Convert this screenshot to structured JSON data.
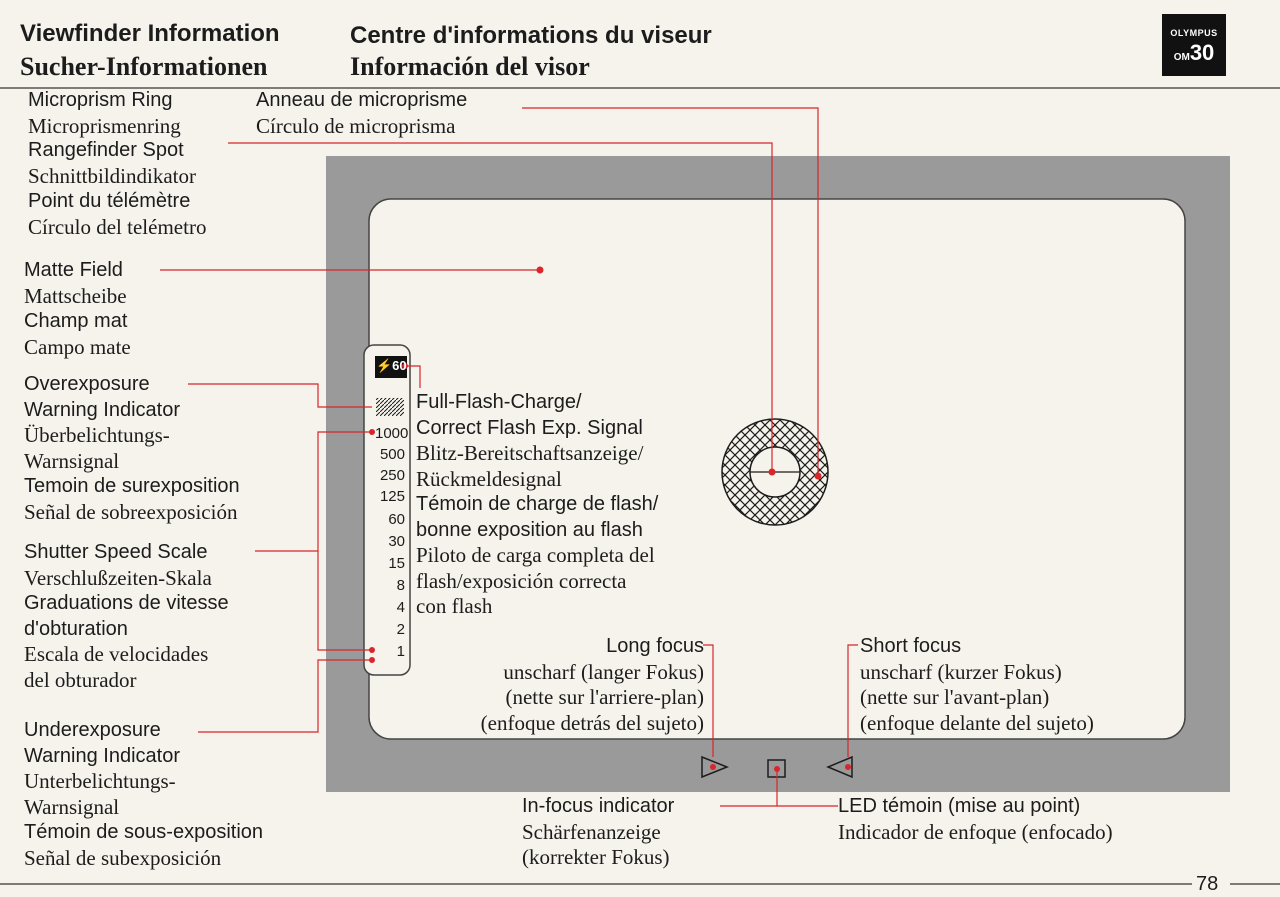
{
  "header": {
    "title_en": "Viewfinder Information",
    "title_de": "Sucher-Informationen",
    "title_fr": "Centre d'informations du viseur",
    "title_es": "Información del visor",
    "brand": "OLYMPUS",
    "model_prefix": "OM",
    "model_number": "30"
  },
  "labels": {
    "microprism": [
      "Microprism Ring",
      "Microprismenring"
    ],
    "microprism_fr_es": [
      "Anneau de microprisme",
      "Círculo de microprisma"
    ],
    "rangefinder": [
      "Rangefinder Spot",
      "Schnittbildindikator",
      "Point du télémètre",
      "Círculo del telémetro"
    ],
    "matte": [
      "Matte Field",
      "Mattscheibe",
      "Champ mat",
      "Campo mate"
    ],
    "overexposure": [
      "Overexposure",
      "Warning Indicator",
      "Überbelichtungs-",
      "Warnsignal",
      "Temoin de surexposition",
      "Señal de sobreexposición"
    ],
    "shutter": [
      "Shutter Speed Scale",
      "Verschlußzeiten-Skala",
      "Graduations de vitesse",
      "d'obturation",
      "Escala de velocidades",
      "del obturador"
    ],
    "underexposure": [
      "Underexposure",
      "Warning Indicator",
      "Unterbelichtungs-",
      "Warnsignal",
      "Témoin de sous-exposition",
      "Señal de subexposición"
    ],
    "flash": [
      "Full-Flash-Charge/",
      "Correct Flash Exp. Signal",
      "Blitz-Bereitschaftsanzeige/",
      "Rückmeldesignal",
      "Témoin de charge de flash/",
      "bonne exposition au flash",
      "Piloto de carga completa del",
      "flash/exposición correcta",
      "con flash"
    ],
    "long_focus": [
      "Long focus",
      "unscharf (langer Fokus)",
      "(nette sur l'arriere-plan)",
      "(enfoque detrás del sujeto)"
    ],
    "short_focus": [
      "Short focus",
      "unscharf (kurzer Fokus)",
      "(nette sur l'avant-plan)",
      "(enfoque delante del sujeto)"
    ],
    "infocus": [
      "In-focus indicator",
      "Schärfenanzeige",
      "(korrekter Fokus)"
    ],
    "led": [
      "LED témoin (mise au point)",
      "Indicador de enfoque (enfocado)"
    ]
  },
  "viewfinder": {
    "flash_icon": "⚡60",
    "shutter_scale": [
      "1000",
      "500",
      "250",
      "125",
      "60",
      "30",
      "15",
      "8",
      "4",
      "2",
      "1"
    ]
  },
  "footer": {
    "page_number": "78"
  },
  "colors": {
    "pointer_line": "#d8262b",
    "frame": "#9a9a9a",
    "ink": "#1c1c1c"
  }
}
